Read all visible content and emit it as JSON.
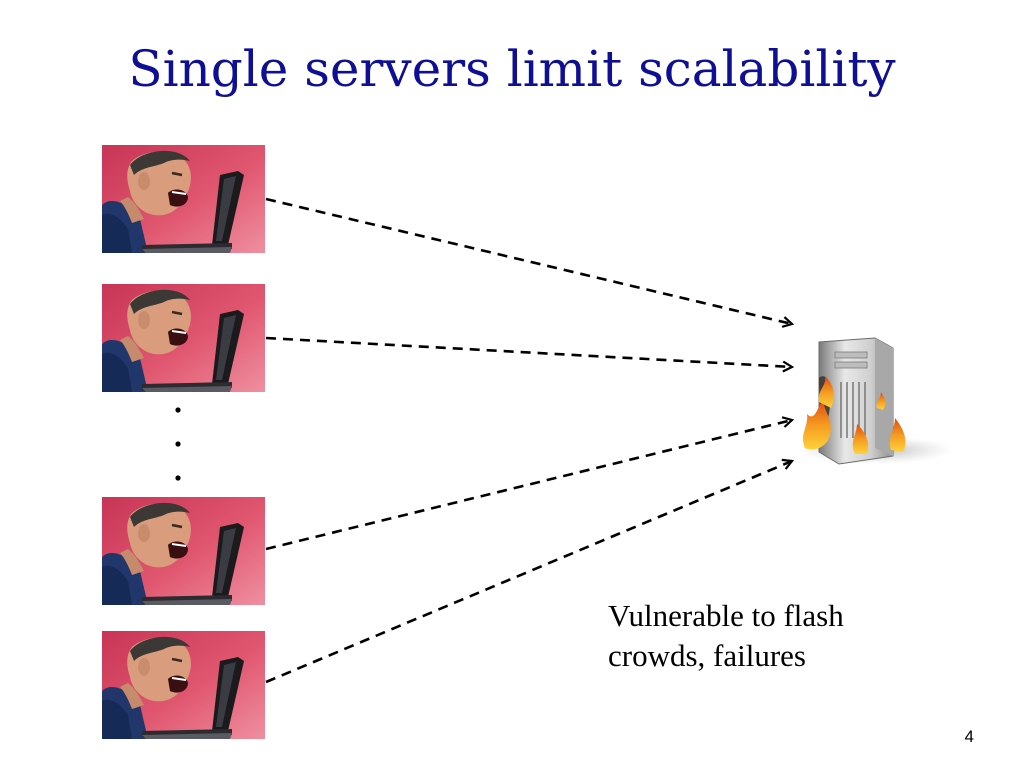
{
  "slide": {
    "title": "Single servers limit scalability",
    "caption_lines": [
      "Vulnerable to flash",
      "crowds, failures"
    ],
    "page_number": "4",
    "colors": {
      "title": "#0f0f96",
      "client_background": "#d8435f",
      "arrow": "#000000",
      "fire": "#f07a1a"
    }
  },
  "diagram": {
    "clients": [
      {
        "icon": "angry-user-at-laptop-icon"
      },
      {
        "icon": "angry-user-at-laptop-icon"
      },
      {
        "icon": "angry-user-at-laptop-icon"
      },
      {
        "icon": "angry-user-at-laptop-icon"
      }
    ],
    "ellipsis_icon": "vertical-ellipsis-icon",
    "server_icon": "burning-server-icon",
    "edges": [
      {
        "from": "client-1",
        "to": "server",
        "style": "dashed-arrow"
      },
      {
        "from": "client-2",
        "to": "server",
        "style": "dashed-arrow"
      },
      {
        "from": "client-3",
        "to": "server",
        "style": "dashed-arrow"
      },
      {
        "from": "client-4",
        "to": "server",
        "style": "dashed-arrow"
      }
    ]
  }
}
